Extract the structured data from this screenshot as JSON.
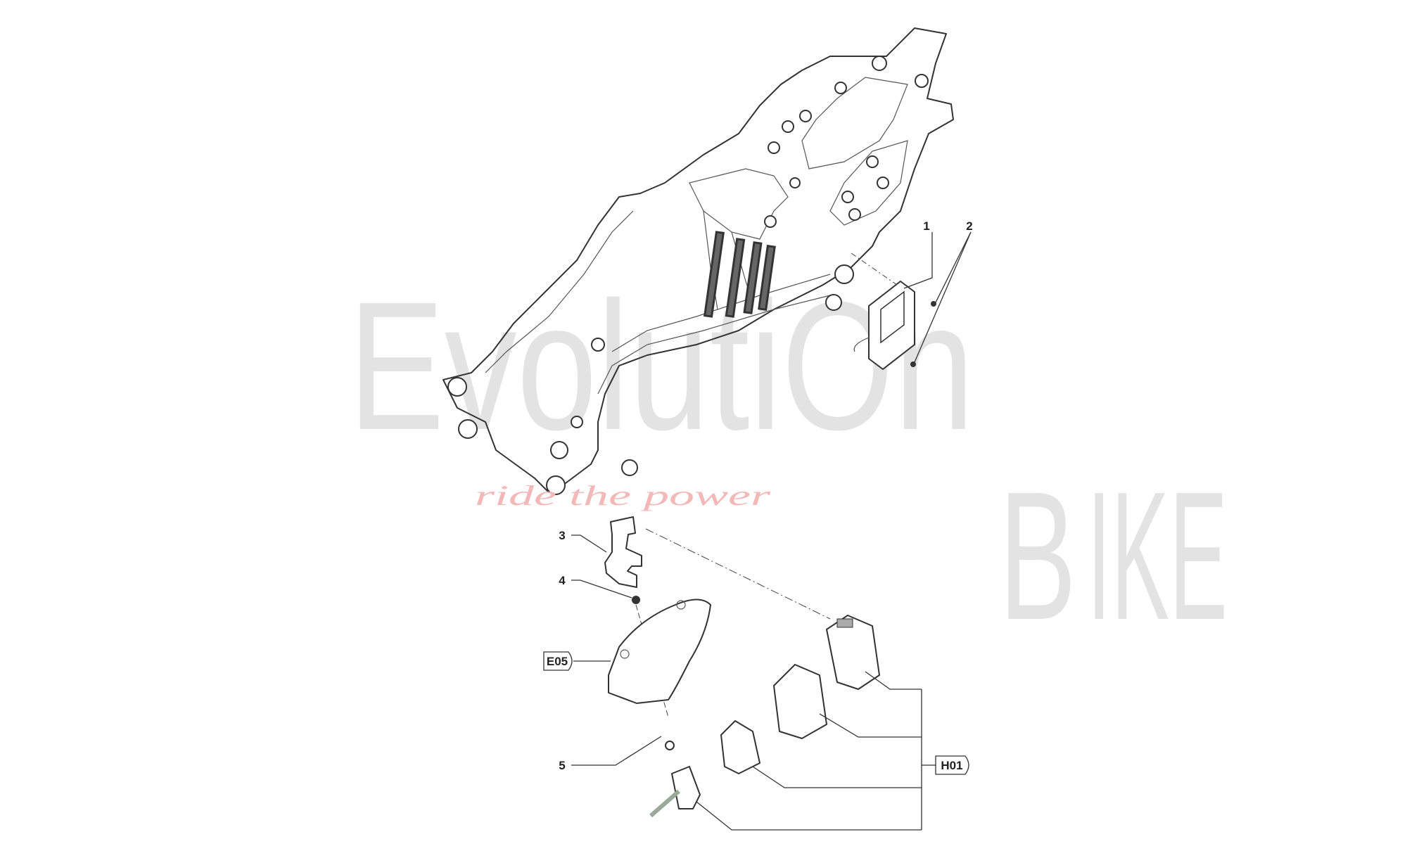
{
  "watermark": {
    "brand_line1": "EvolutiOn",
    "brand_line2_initial": "B",
    "brand_line2_rest": "IKE",
    "slogan": "ride the power"
  },
  "callouts": [
    {
      "id": "1",
      "label": "1",
      "boxed": false
    },
    {
      "id": "2",
      "label": "2",
      "boxed": false
    },
    {
      "id": "3",
      "label": "3",
      "boxed": false
    },
    {
      "id": "4",
      "label": "4",
      "boxed": false
    },
    {
      "id": "E05",
      "label": "E05",
      "boxed": true
    },
    {
      "id": "5",
      "label": "5",
      "boxed": false
    },
    {
      "id": "H01",
      "label": "H01",
      "boxed": true
    }
  ],
  "colors": {
    "watermark": "#e3e3e3",
    "slogan": "#f3b8b8",
    "line": "#333333"
  }
}
